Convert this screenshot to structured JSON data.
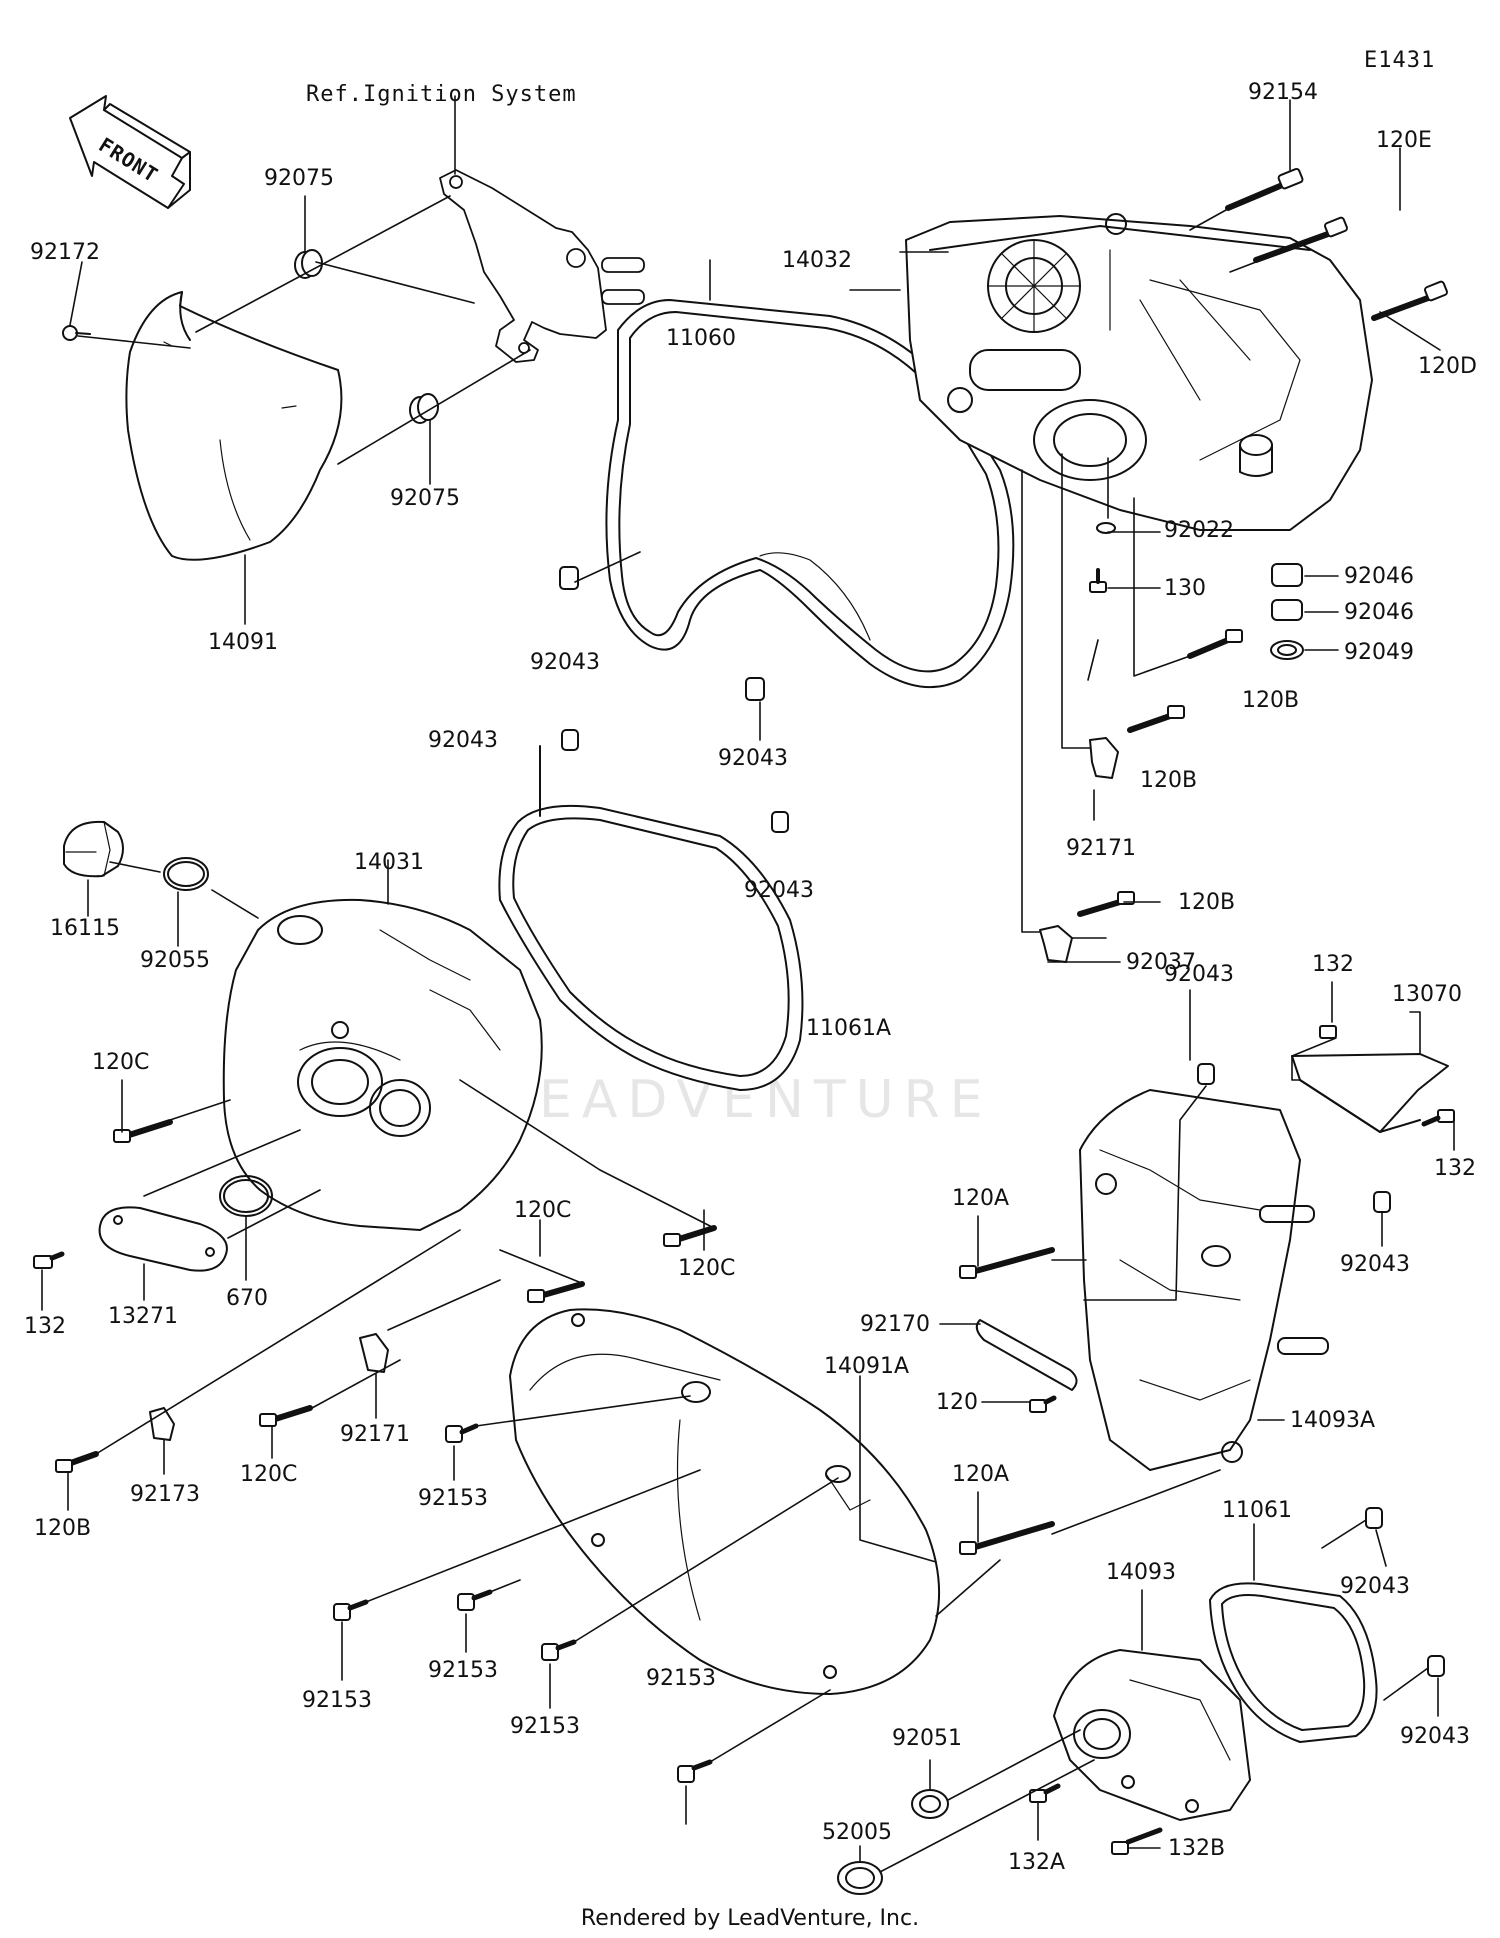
{
  "diagram_id": "E1431",
  "reference_note": "Ref.Ignition System",
  "front_arrow_label": "FRONT",
  "watermark": "LEADVENTURE",
  "footer": "Rendered by LeadVenture, Inc.",
  "callouts": [
    {
      "id": "c92154",
      "text": "92154"
    },
    {
      "id": "c120E",
      "text": "120E"
    },
    {
      "id": "c14032",
      "text": "14032"
    },
    {
      "id": "c120D",
      "text": "120D"
    },
    {
      "id": "c92075a",
      "text": "92075"
    },
    {
      "id": "c92172",
      "text": "92172"
    },
    {
      "id": "c92075b",
      "text": "92075"
    },
    {
      "id": "c14091",
      "text": "14091"
    },
    {
      "id": "c11060",
      "text": "11060"
    },
    {
      "id": "c92043a",
      "text": "92043"
    },
    {
      "id": "c92043b",
      "text": "92043"
    },
    {
      "id": "c92022",
      "text": "92022"
    },
    {
      "id": "c130",
      "text": "130"
    },
    {
      "id": "c92046a",
      "text": "92046"
    },
    {
      "id": "c92046b",
      "text": "92046"
    },
    {
      "id": "c92049",
      "text": "92049"
    },
    {
      "id": "c120B1",
      "text": "120B"
    },
    {
      "id": "c120B2",
      "text": "120B"
    },
    {
      "id": "c92171a",
      "text": "92171"
    },
    {
      "id": "c120B3",
      "text": "120B"
    },
    {
      "id": "c92037",
      "text": "92037"
    },
    {
      "id": "c92043c",
      "text": "92043"
    },
    {
      "id": "c92043d",
      "text": "92043"
    },
    {
      "id": "c14031",
      "text": "14031"
    },
    {
      "id": "c16115",
      "text": "16115"
    },
    {
      "id": "c92055",
      "text": "92055"
    },
    {
      "id": "c11061A",
      "text": "11061A"
    },
    {
      "id": "c132a",
      "text": "132"
    },
    {
      "id": "c13070",
      "text": "13070"
    },
    {
      "id": "c92043e",
      "text": "92043"
    },
    {
      "id": "c120C1",
      "text": "120C"
    },
    {
      "id": "c132b",
      "text": "132"
    },
    {
      "id": "c120A1",
      "text": "120A"
    },
    {
      "id": "c92043f",
      "text": "92043"
    },
    {
      "id": "c120C2",
      "text": "120C"
    },
    {
      "id": "c120C3",
      "text": "120C"
    },
    {
      "id": "c132c",
      "text": "132"
    },
    {
      "id": "c13271",
      "text": "13271"
    },
    {
      "id": "c670",
      "text": "670"
    },
    {
      "id": "c92170",
      "text": "92170"
    },
    {
      "id": "c14091A",
      "text": "14091A"
    },
    {
      "id": "c120",
      "text": "120"
    },
    {
      "id": "c14093A",
      "text": "14093A"
    },
    {
      "id": "c120C4",
      "text": "120C"
    },
    {
      "id": "c92171b",
      "text": "92171"
    },
    {
      "id": "c92153a",
      "text": "92153"
    },
    {
      "id": "c92173",
      "text": "92173"
    },
    {
      "id": "c120B4",
      "text": "120B"
    },
    {
      "id": "c120A2",
      "text": "120A"
    },
    {
      "id": "c11061",
      "text": "11061"
    },
    {
      "id": "c14093",
      "text": "14093"
    },
    {
      "id": "c92043g",
      "text": "92043"
    },
    {
      "id": "c92153b",
      "text": "92153"
    },
    {
      "id": "c92153c",
      "text": "92153"
    },
    {
      "id": "c92153d",
      "text": "92153"
    },
    {
      "id": "c92153e",
      "text": "92153"
    },
    {
      "id": "c92051",
      "text": "92051"
    },
    {
      "id": "c92043h",
      "text": "92043"
    },
    {
      "id": "c52005",
      "text": "52005"
    },
    {
      "id": "c132B",
      "text": "132B"
    },
    {
      "id": "c132A",
      "text": "132A"
    }
  ]
}
